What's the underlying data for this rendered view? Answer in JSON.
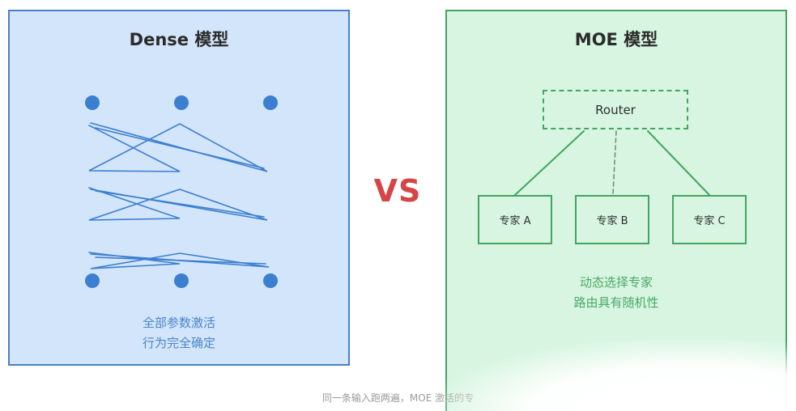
{
  "dense": {
    "title": "Dense 模型",
    "caption": [
      "全部参数激活",
      "行为完全确定"
    ]
  },
  "vs": "VS",
  "moe": {
    "title": "MOE 模型",
    "router_label": "Router",
    "experts": [
      "专家 A",
      "专家 B",
      "专家 C"
    ],
    "caption": [
      "动态选择专家",
      "路由具有随机性"
    ]
  },
  "footer": "同一条输入跑两遍，MOE 激活的专",
  "colors": {
    "dense_fill": "#d3e5fb",
    "dense_border": "#4a7fc6",
    "dense_node": "#3c7fd0",
    "moe_fill": "#d7f5e1",
    "moe_border": "#43a560",
    "vs_red": "#d54547"
  }
}
